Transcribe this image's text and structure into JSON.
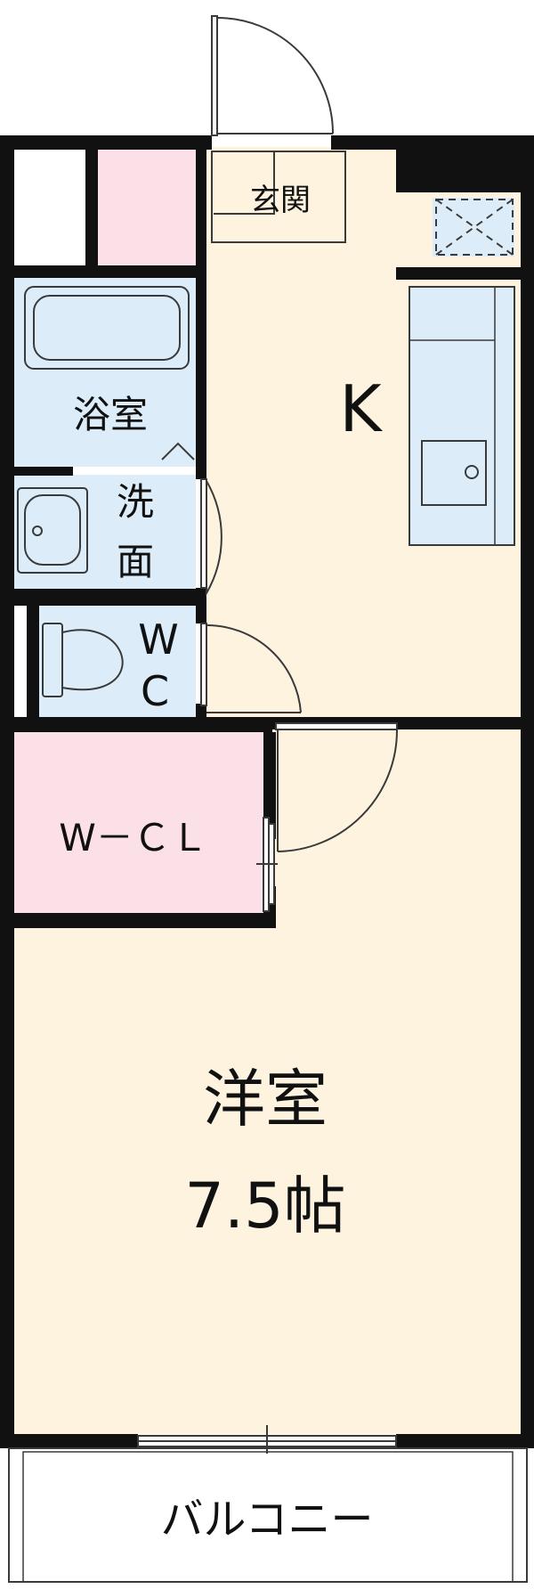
{
  "rooms": {
    "entrance": "玄関",
    "kitchen": "K",
    "bath": "浴室",
    "washroom_line1": "洗",
    "washroom_line2": "面",
    "wc_line1": "W",
    "wc_line2": "C",
    "closet": "W－ＣＬ",
    "western_room": "洋室",
    "western_room_size": "7.5帖",
    "balcony": "バルコニー"
  },
  "colors": {
    "wall": "#111111",
    "floor": "#fdf3df",
    "wet_area": "#dcedf9",
    "closet": "#fbe1e7",
    "fixture_stroke": "#3a3a3a"
  }
}
